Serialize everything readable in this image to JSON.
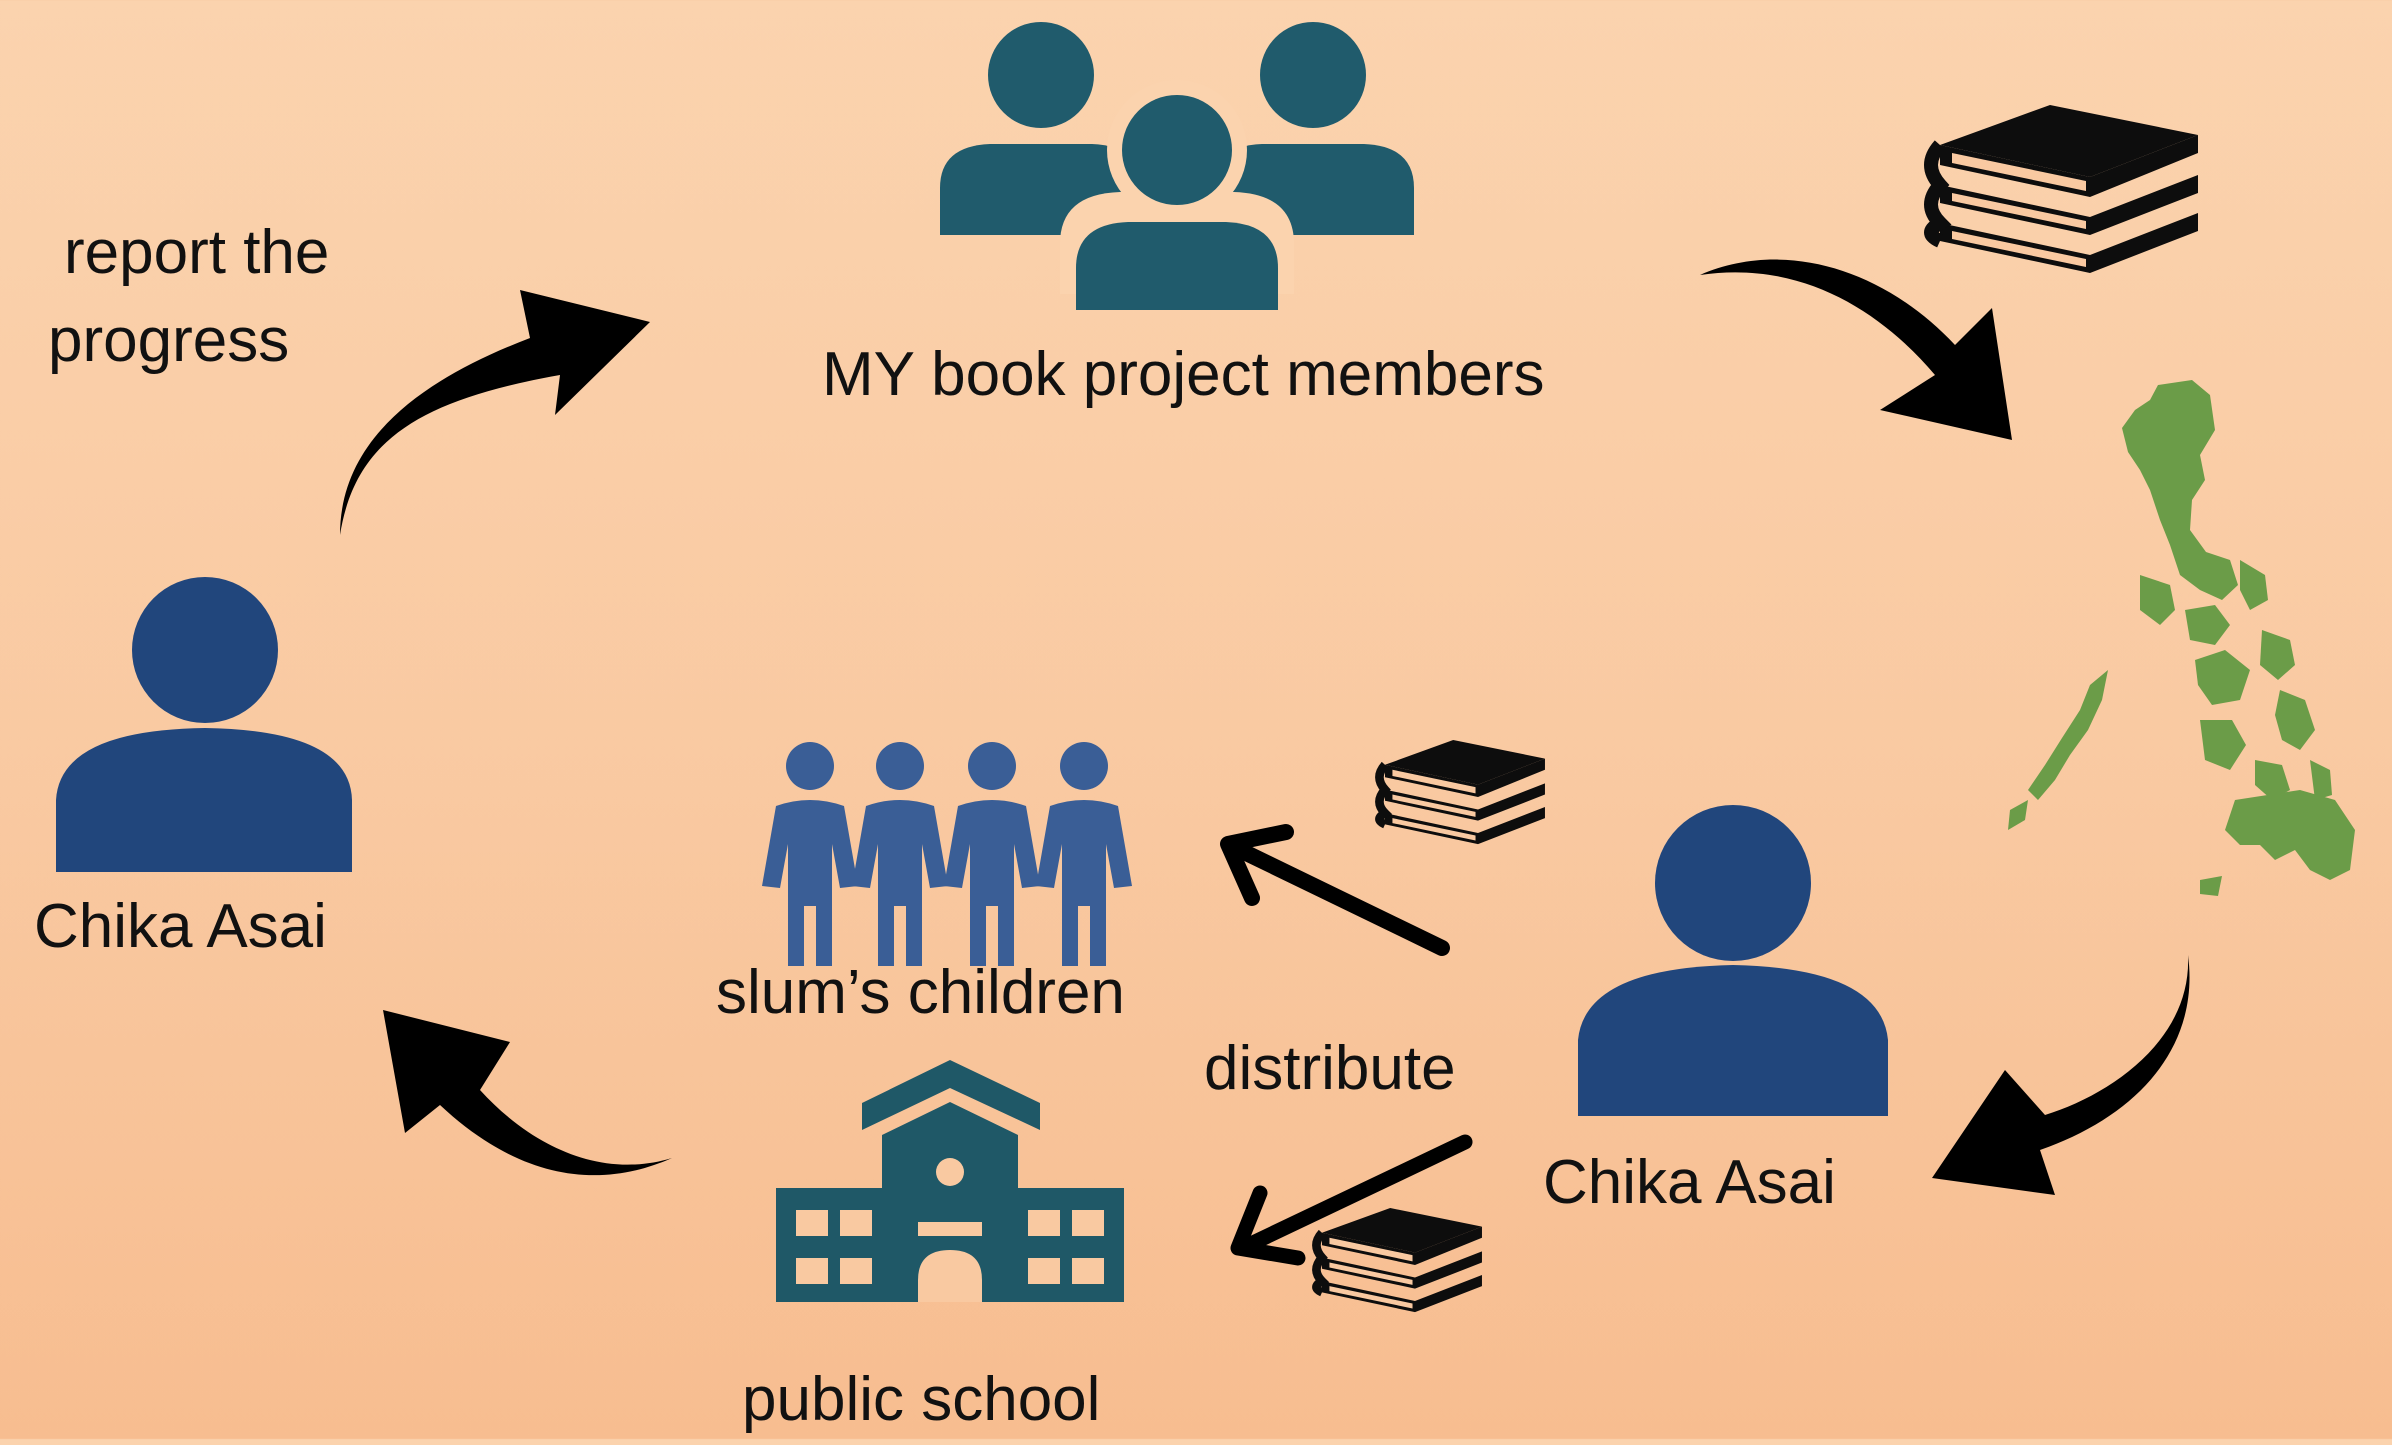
{
  "diagram": {
    "labels": {
      "report_line1": "report the",
      "report_line2": "progress",
      "members": "MY book project members",
      "chika_left": "Chika Asai",
      "slum_children": "slum’s children",
      "distribute": "distribute",
      "chika_right": "Chika Asai",
      "public_school": "public school"
    },
    "icons": {
      "members": "group-icon",
      "books": "books-icon",
      "map": "philippines-map-icon",
      "person": "person-icon",
      "children": "children-icon",
      "school": "school-icon"
    },
    "colors": {
      "members_icon": "#205b6c",
      "person_icon": "#21467c",
      "children_icon": "#3a5e96",
      "school_icon": "#1f5867",
      "map": "#6b9c48",
      "arrow": "#000000"
    }
  }
}
